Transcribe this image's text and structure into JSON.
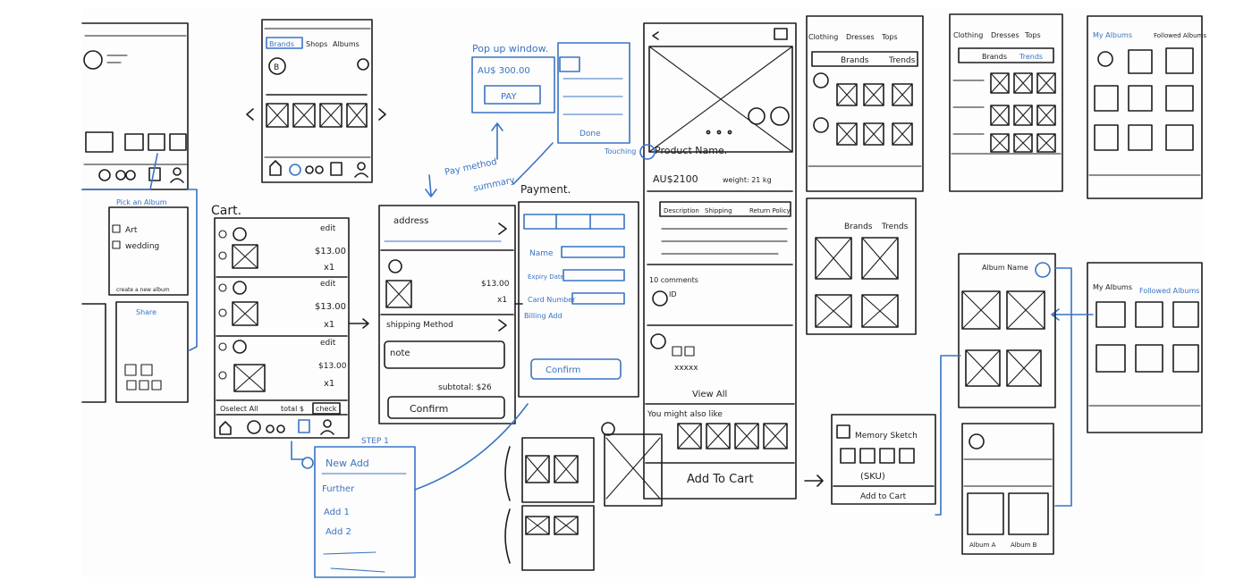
{
  "colors": {
    "board": "#fdfdfd",
    "marker_black": "#1d1d1f",
    "marker_blue": "#3a73c4"
  },
  "labels": {
    "cart": "Cart.",
    "payment": "Payment.",
    "popup_window": "Pop up window.",
    "pay_method_summary_1": "Pay method",
    "pay_method_summary_2": "summary",
    "product_name": "Product Name.",
    "price": "AU$2100",
    "weight": "weight: 21 kg",
    "comments": "10 comments",
    "view_all": "View All",
    "you_might_like": "You might also like",
    "add_to_cart": "Add To Cart",
    "address": "address",
    "shipping_method": "shipping Method",
    "note": "note",
    "subtotal": "subtotal: $26",
    "confirm": "Confirm",
    "confirm_blue": "Confirm",
    "name": "Name",
    "expiry": "Expiry Date",
    "card_number": "Card Number",
    "billing_add": "Billing Add",
    "pay": "PAY",
    "popup_price": "AU$ 300.00",
    "done": "Done",
    "select_all": "Oselect All",
    "total": "total $",
    "check": "check",
    "step1": "STEP 1",
    "new_add": "New Add",
    "further": "Further",
    "add1": "Add 1",
    "add2": "Add 2",
    "touching": "Touching",
    "brands": "Brands",
    "shops": "Shops",
    "albums": "Albums",
    "trends": "Trends",
    "clothing": "Clothing",
    "dresses": "Dresses",
    "tops": "Tops",
    "my_albums": "My Albums",
    "followed_albums": "Followed Albums",
    "album_name": "Album Name",
    "memory_sketch": "Memory Sketch",
    "sku": "(SKU)",
    "add_to_cart_small": "Add to Cart",
    "edit": "edit",
    "price_13": "$13.00",
    "qty": "x1",
    "art": "Art",
    "wedding": "wedding",
    "create_new_album": "create a new album",
    "share": "Share",
    "pick_album": "Pick an Album",
    "description": "Description",
    "shipping": "Shipping",
    "return_policy": "Return Policy",
    "id": "ID",
    "stars": "xxxxx",
    "album_a": "Album A",
    "album_b": "Album B"
  }
}
